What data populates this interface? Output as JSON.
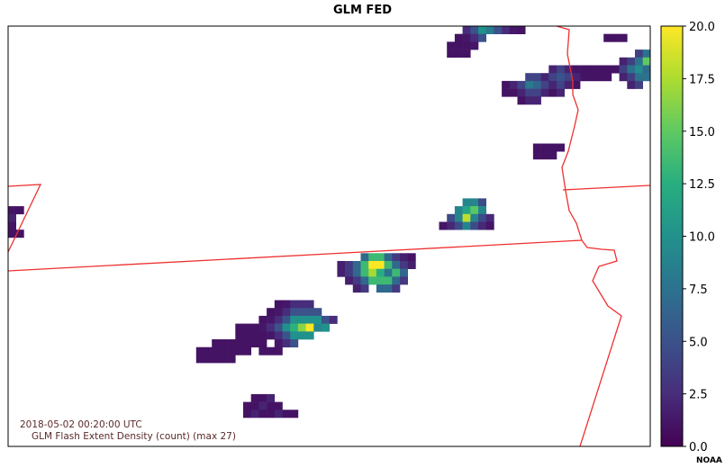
{
  "chart_data": {
    "type": "heatmap",
    "title": "GLM FED",
    "timestamp": "2018-05-02 00:20:00 UTC",
    "description_line": "GLM Flash Extent Density (count) (max  27)",
    "credit": "NOAA",
    "colorbar": {
      "colormap": "viridis",
      "range": [
        0,
        20
      ],
      "tick_labels": [
        "0.0",
        "2.5",
        "5.0",
        "7.5",
        "10.0",
        "12.5",
        "15.0",
        "17.5",
        "20.0"
      ],
      "tick_values": [
        0,
        2.5,
        5,
        7.5,
        10,
        12.5,
        15,
        17.5,
        20
      ]
    },
    "grid": "off",
    "clusters": [
      {
        "id": "far-west-edge",
        "peak": 2
      },
      {
        "id": "north-top",
        "peak": 10
      },
      {
        "id": "northeast-cluster-a",
        "peak": 8
      },
      {
        "id": "northeast-cluster-b",
        "peak": 15
      },
      {
        "id": "northeast-small",
        "peak": 1
      },
      {
        "id": "central",
        "peak": 18
      },
      {
        "id": "main-cell",
        "peak": 27
      },
      {
        "id": "southwest-line",
        "peak": 20
      },
      {
        "id": "south-small",
        "peak": 2
      }
    ],
    "colors": {
      "boundary": "#ee3030",
      "frame": "#000000"
    }
  }
}
